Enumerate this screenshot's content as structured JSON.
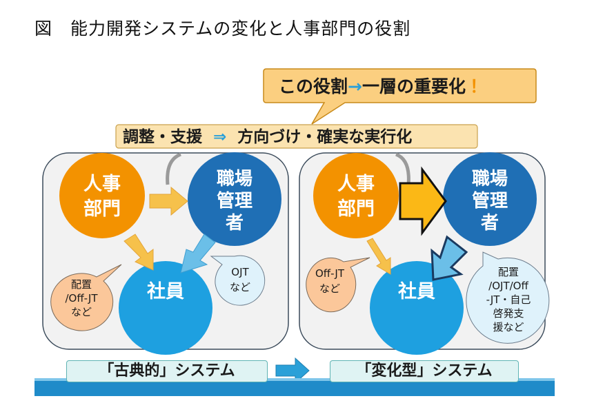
{
  "title": "図　能力開発システムの変化と人事部門の役割",
  "callout": {
    "before": "この役割",
    "arrow": "→",
    "after": "一層の重要化",
    "exclaim": "！"
  },
  "role_banner": {
    "left": "調整・支援",
    "arrow": "⇒",
    "right": "方向づけ・確実な実行化"
  },
  "left_panel": {
    "hr_line1": "人事",
    "hr_line2": "部門",
    "mgr_line1": "職場",
    "mgr_line2": "管理",
    "mgr_line3": "者",
    "employee": "社員",
    "bubble_left_1": "配置",
    "bubble_left_2": "/Off-JT",
    "bubble_left_3": "など",
    "bubble_right_1": "OJT",
    "bubble_right_2": "など",
    "label": "「古典的」システム"
  },
  "right_panel": {
    "hr_line1": "人事",
    "hr_line2": "部門",
    "mgr_line1": "職場",
    "mgr_line2": "管理",
    "mgr_line3": "者",
    "employee": "社員",
    "bubble_left_1": "Off-JT",
    "bubble_left_2": "など",
    "bubble_right_1": "配置",
    "bubble_right_2": "/OJT/Off",
    "bubble_right_3": "-JT・自己",
    "bubble_right_4": "啓発支",
    "bubble_right_5": "援など",
    "label": "「変化型」システム"
  },
  "colors": {
    "hr": "#f39200",
    "manager": "#1f6fb5",
    "employee": "#1ea0e0",
    "arrow_orange": "#f6c14b",
    "arrow_blue": "#6bbfe8",
    "callout_fill": "#fbcf80",
    "banner_fill": "#fbe3b0"
  }
}
